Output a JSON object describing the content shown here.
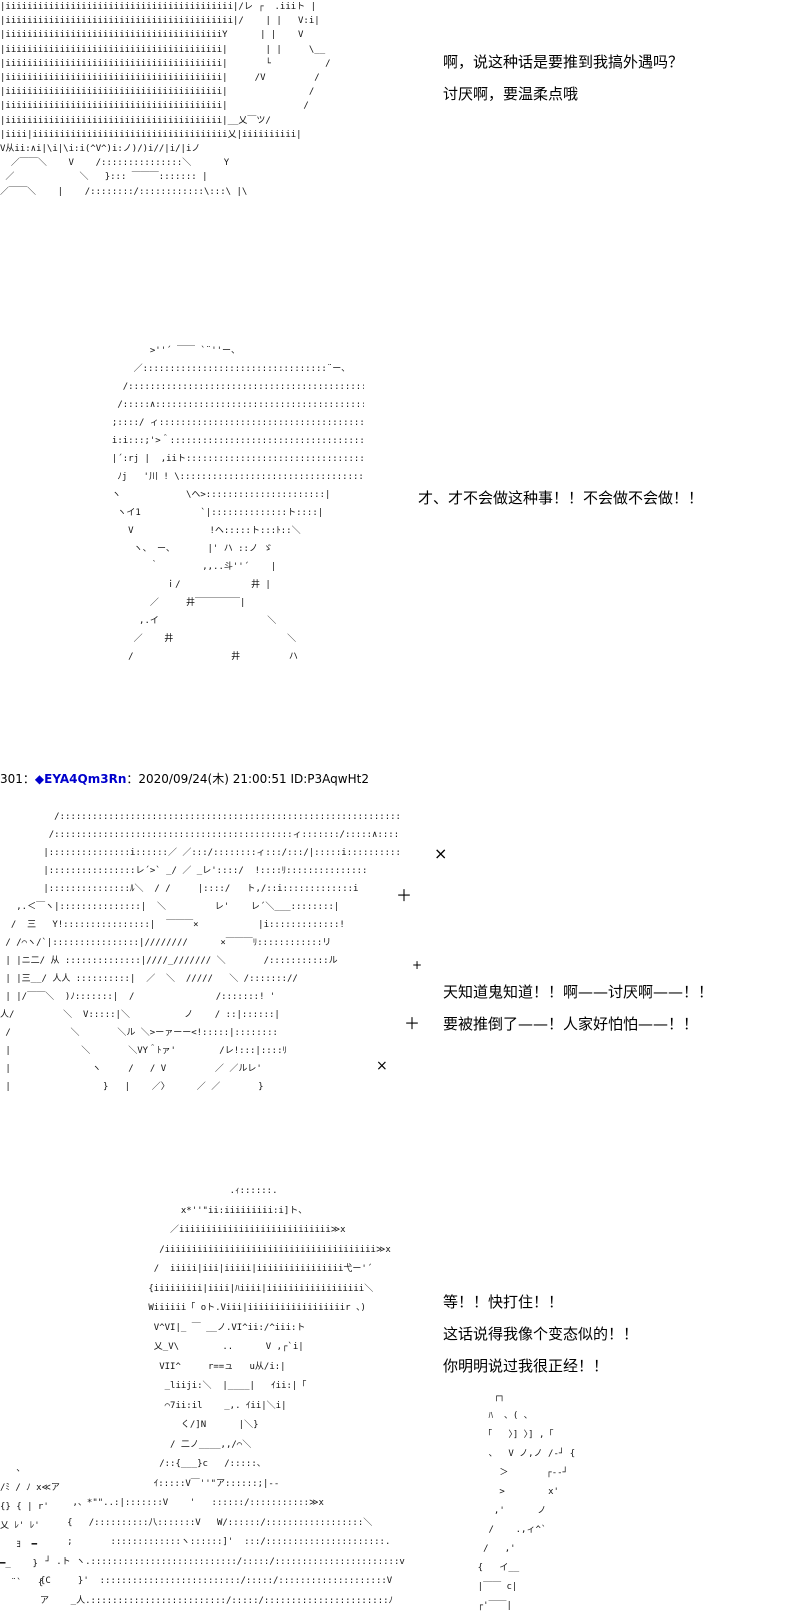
{
  "panels": [
    {
      "art": "|iiiiiiiiiiiiiiiiiiiiiiiiiiiiiiiiiiiiiiiiii|/レ ┌  .iiiト |\n|iiiiiiiiiiiiiiiiiiiiiiiiiiiiiiiiiiiiiiiiii|/    | |   V:i|\n|iiiiiiiiiiiiiiiiiiiiiiiiiiiiiiiiiiiiiiiiY      | |    V\n|iiiiiiiiiiiiiiiiiiiiiiiiiiiiiiiiiiiiiiii|       | |     \\__\n|iiiiiiiiiiiiiiiiiiiiiiiiiiiiiiiiiiiiiiii|       └          /\n|iiiiiiiiiiiiiiiiiiiiiiiiiiiiiiiiiiiiiiii|     /V         /\n|iiiiiiiiiiiiiiiiiiiiiiiiiiiiiiiiiiiiiiii|               /\n|iiiiiiiiiiiiiiiiiiiiiiiiiiiiiiiiiiiiiiii|              /\n|iiiiiiiiiiiiiiiiiiiiiiiiiiiiiiiiiiiiiiii|__乂￣ツ/\n|iiii|iiiiiiiiiiiiiiiiiiiiiiiiiiiiiiiiiiii乂|iiiiiiiiii|\nV从ii:∧i|\\i|\\i:i(^V^)i:ノ)/)i//|i/|iノ\n  ／￣￣＼    V    /:::::::::::::::＼      Y\n ／            ＼   }::: ￣￣￣::::::: |\n／￣￣＼    |    /::::::::/::::::::::::\\:::\\ |\\",
      "lines": [
        "啊，说这种话是要推到我搞外遇吗？",
        "讨厌啊，要温柔点哦"
      ]
    },
    {
      "art": "              >''´ ￣￣ `¨''ー、\n           ／::::::::::::::::::::::::::::::::::¨ー、\n         /::::::::::::::::::::::::::::::::::::::::::::::::::斗''\"´\n        /:::::∧::::::::::::::::::::::::::::::::::::::::::::::::＼\n       ;::::/ ィ::::::::::::::::::::::::::::::::::::::::::::::::::::＼\n       i:i:::;'>＾::::::::::::::::::::::::::::::::::::::::::::::::::::::＾\n       |´:rj |  ,iiト:::::::::::::::::::::::::::::::::::::::::<ヘ\n        ﾉj   '川 ! \\:::::::::::::::::::::::::::::::::::::::::::: ｀ヽ\n       ヽ            \\ヘ>::::::::::::::::::::::|\n        ヽイ1           `|::::::::::::::ト::::|\n          V              !ヘ:::::ト:::ﾄ::＼\n           ヽ、 ー、      |' ハ ::ノ ゞ\n              ｀        ,,..斗''´    |\n                 ｉ/             井 |\n              ／     井￣￣￣￣￣|\n            ,.イ                    ＼\n           ／    井                     ＼\n          /                  井         ハ",
      "lines": [
        "才、才不会做这种事！！不会做不会做！！"
      ]
    }
  ],
  "post": {
    "number": "301",
    "separator": "：",
    "trip": "◆EYA4Qm3Rn",
    "after_trip": "：",
    "date": "2020/09/24(木) 21:00:51",
    "id": "ID:P3AqwHt2"
  },
  "panels2": [
    {
      "art": "          /::::::::::::::::::::::::::::::::::::::::::::::::::::::::::::::::::｀ヽ\n         /::::::::::::::::::::::::::::::::::::::::::::ィ:::::::/:::::∧::::::::::::::::\n        |:::::::::::::::i::::::／ ／:::/::::::::ィ:::/:::/|:::::i:::::::::::::\n        |::::::::::::::::レ´>` _/ ／ _レ'::::/  !::::ﾘ:::::::::::::::\n        |:::::::::::::::ﾙ＼  / /     |::::/   ト,/::i:::::::::::::i\n   ,.＜￣ヽ|:::::::::::::::|  ＼         レ'    レ´＼___::::::::|\n  /  三   Y!::::::::::::::::|  ￣￣￣×           |i:::::::::::::!\n / /⌒ヽ/`|::::::::::::::::|////////      ×￣￣￣ﾘ::::::::::::リ\n | |ニ二/ 从 ::::::::::::::|////_/////// ＼       /:::::::::::ル\n | |三__/ 人人 ::::::::::|  ／  ＼  /////   ＼ /::::::://\n | |/￣￣＼  )ﾉ:::::::|  /               /:::::::! '\n人/         ＼  V:::::|＼          ノ    / ::|::::::|\n /           ＼       ＼ル ＼>ーァーー<!:::::|::::::::\n |             ＼       ＼VY＾ﾄァ'        /レ!:::|::::ﾘ\n |               ヽ     /   / V         ／ ／ルレ'\n |                 }   |    ／〉     ／ ／       }",
      "lines": [
        "天知道鬼知道！！啊——讨厌啊——！！",
        "要被推倒了——！人家好怕怕——！！"
      ]
    },
    {
      "art": "                                   .ｨ::::::.\n                          x*''\"ii:iiiiiiiii:i]ト、\n                        ／iiiiiiiiiiiiiiiiiiiiiiiiiiii≫x\n                      /iiiiiiiiiiiiiiiiiiiiiiiiiiiiiiiiiiiiiii≫x\n                     /  iiiii|iii|iiiii|iiiiiiiiiiiiiiii弋ー'´\n                    {iiiiiiiii|iiii|ﾊiiii|iiiiiiiiiiiiiiiiii＼\n                    Wiiiiii「 oト.Viii|iiiiiiiiiiiiiiiiiir 、)\n                     V^VI|_ ￣ __ノ.VI^ii:/^iii:ト\n                     乂_V\\        ..      V ,┌`i|\n                      VII^     r==ュ   u从/i:|\n                       _liiji:＼  |____|   ｲii:|「\n                       ⌒7ii:il    _,. ｲii|＼i|\n                          く/]N      |＼}\n                        / 二ノ____,,/⌒＼\n                      /::{___}c   /:::::、\n                     ｲ:::::V￣''\"ア::::::;|--\n      ,、*\"\"..:|:::::::V    '   ::::::/:::::::::::≫x\n     {   /::::::::::八:::::::V   W/::::::/::::::::::::::::::＼\n     ;       :::::::::::::ヽ::::::]'  :::/::::::::::::::::::::::.\n ┘ .ト ヽ.:::::::::::::::::::::::::::/:::::/:::::::::::::::::::::::v\n{C     }'  ::::::::::::::::::::::::::/:::::/::::::::::::::::::::V\nア    _人.:::::::::::::::::::::::::/:::::/:::::::::::::::::::::::ﾉ",
      "left_art": "   、\n/ﾐ / ﾉ x≪ア\n{} { | r'\n乂 ﾚ' ﾚ'\n   ﾖ  ━\n━_    }\n  ¨`   {",
      "right_art": "       ┌┐\n      ﾊ  、( 、\n     「   〉] 〉] ,「\n      、  V ノ,ノ /-┘ {\n        ＞       ┌--┘\n        >        x'\n       ,'      ノ\n      /    .,ィ^`\n     /   ,'\n    {   イ__\n    |￣￣ c|\n    ┌'￣￣|",
      "lines": [
        "等！！快打住！！",
        "这话说得我像个变态似的！！",
        "你明明说过我很正经！！"
      ]
    }
  ],
  "decorations": {
    "cross": "×",
    "plus": "＋",
    "small_plus": "+"
  }
}
